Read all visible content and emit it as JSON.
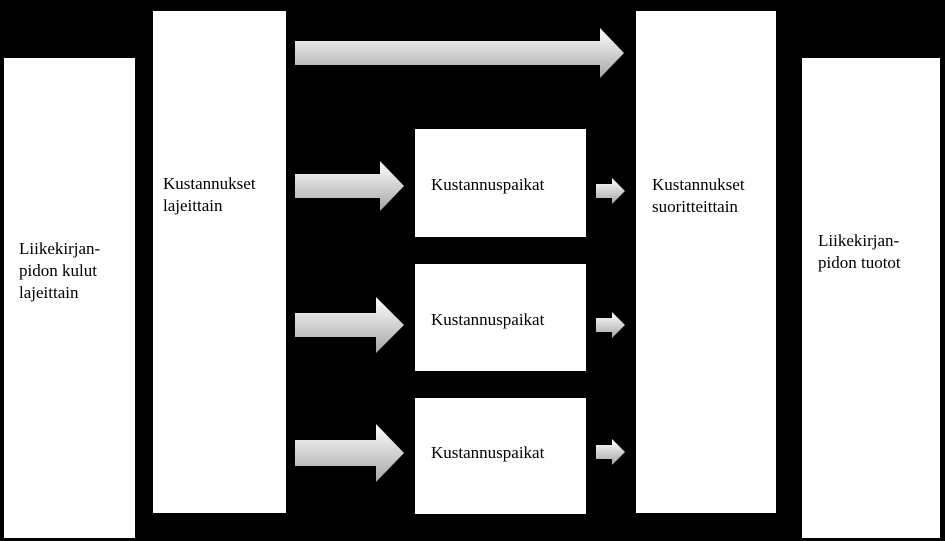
{
  "diagram": {
    "nodes": [
      {
        "id": "box-left",
        "label": "Liikekirjan-\npidon kulut\nlajeittain"
      },
      {
        "id": "box-cost-types",
        "label": "Kustannukset\nlajeittain"
      },
      {
        "id": "box-cp1",
        "label": "Kustannuspaikat"
      },
      {
        "id": "box-cp2",
        "label": "Kustannuspaikat"
      },
      {
        "id": "box-cp3",
        "label": "Kustannuspaikat"
      },
      {
        "id": "box-cost-outputs",
        "label": "Kustannukset\nsuoritteittain"
      },
      {
        "id": "box-right",
        "label": "Liikekirjan-\npidon tuotot"
      }
    ],
    "edges": [
      {
        "from": "box-cost-types",
        "to": "box-cost-outputs"
      },
      {
        "from": "box-cost-types",
        "to": "box-cp1"
      },
      {
        "from": "box-cost-types",
        "to": "box-cp2"
      },
      {
        "from": "box-cost-types",
        "to": "box-cp3"
      },
      {
        "from": "box-cp1",
        "to": "box-cost-outputs"
      },
      {
        "from": "box-cp2",
        "to": "box-cost-outputs"
      },
      {
        "from": "box-cp3",
        "to": "box-cost-outputs"
      }
    ],
    "colors": {
      "background": "#000000",
      "box_fill": "#ffffff",
      "arrow_light": "#ffffff",
      "arrow_dark": "#a6a6a6"
    }
  }
}
